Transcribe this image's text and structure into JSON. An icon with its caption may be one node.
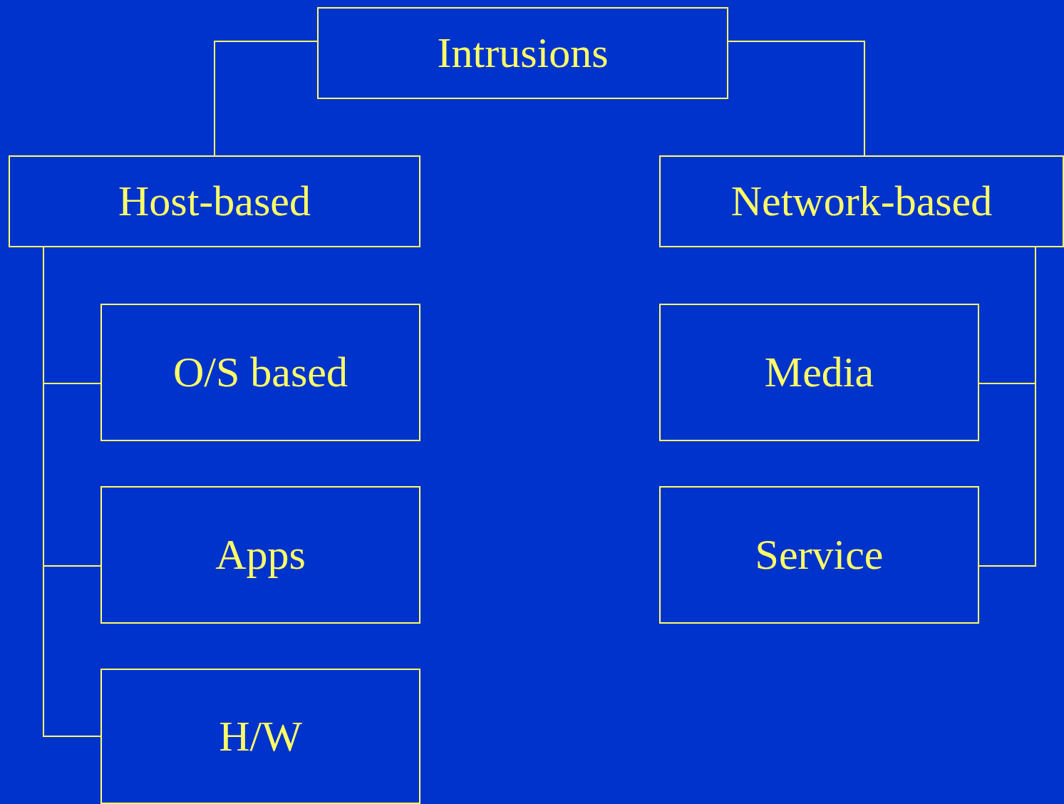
{
  "diagram": {
    "nodes": [
      {
        "text": [
          "Intrusions"
        ]
      },
      {
        "text": [
          "Host-based"
        ]
      },
      {
        "text": [
          "Network-based"
        ]
      },
      {
        "text": [
          "O/S based"
        ]
      },
      {
        "text": [
          "Apps"
        ]
      },
      {
        "text": [
          "H/W"
        ]
      },
      {
        "text": [
          "Media"
        ]
      },
      {
        "text": [
          "Service"
        ]
      }
    ],
    "edges": [
      {
        "from": 0,
        "to": 1,
        "arrow": "none"
      },
      {
        "from": 0,
        "to": 2,
        "arrow": "none"
      },
      {
        "from": 1,
        "to": 3,
        "arrow": "none"
      },
      {
        "from": 1,
        "to": 4,
        "arrow": "none"
      },
      {
        "from": 1,
        "to": 5,
        "arrow": "none"
      },
      {
        "from": 2,
        "to": 6,
        "arrow": "none"
      },
      {
        "from": 2,
        "to": 7,
        "arrow": "none"
      }
    ]
  }
}
